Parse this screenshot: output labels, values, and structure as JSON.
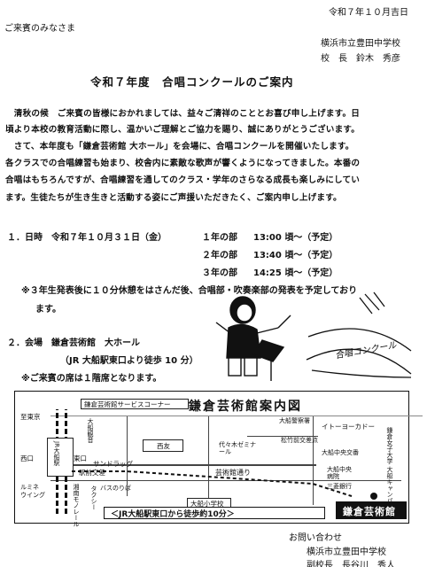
{
  "header": {
    "date": "令和７年１０月吉日",
    "recipient": "ご来賓のみなさま",
    "school": "横浜市立豊田中学校",
    "principal": "校　長　鈴木　秀彦"
  },
  "title": "令和７年度　合唱コンクールのご案内",
  "body": [
    "　清秋の候　ご来賓の皆様におかれましては、益々ご清祥のこととお喜び申し上げます。日",
    "頃より本校の教育活動に際し、温かいご理解とご協力を賜り、誠にありがとうございます。",
    "　さて、本年度も「鎌倉芸術館 大ホール」を会場に、合唱コンクールを開催いたします。",
    "各クラスでの合唱練習も始まり、校舎内に素敵な歌声が響くようになってきました。本番の",
    "合唱はもちろんですが、合唱練習を通してのクラス・学年のさらなる成長も楽しみにしてい",
    "ます。生徒たちが生き生きと活動する姿にご声援いただきたく、ご案内申し上げます。"
  ],
  "schedule": {
    "heading": "１．日時　令和７年１０月３１日（金）",
    "rows": [
      {
        "grade": "１年の部",
        "time": "13:00 頃～（予定）"
      },
      {
        "grade": "２年の部",
        "time": "13:40 頃～（予定）"
      },
      {
        "grade": "３年の部",
        "time": "14:25 頃～（予定）"
      }
    ],
    "note1": "※３年生発表後に１０分休憩をはさんだ後、合唱部・吹奏楽部の発表を予定しており",
    "note2": "ます。"
  },
  "venue": {
    "heading": "２．会場　鎌倉芸術館　大ホール",
    "access": "（JR 大船駅東口より徒歩 10 分）",
    "seat_note": "※ご来賓の席は１階席となります。"
  },
  "illustration": {
    "text": "合唱コンクール"
  },
  "map": {
    "title": "鎌倉芸術館案内図",
    "service_corner": "鎌倉芸術館サービスコーナー",
    "footer": "＜JR大船駅東口から徒歩約10分＞",
    "venue_label": "鎌倉芸術館",
    "labels": {
      "shijikan": "至東京",
      "nishiguchi": "西口",
      "jr_ofuna": "JR大船駅",
      "higashi": "東口",
      "lumine": "ルミネ ウイング",
      "bus": "湘南モノレール",
      "taxi": "タクシー",
      "ofuna_st": "大船駅",
      "bus_stop": "バスのりば",
      "kanagawa": "大船観音",
      "sundrug": "サンドラッグ",
      "ekimae": "駅前交差",
      "seiyu": "西友",
      "geijutsu_dori": "芸術館通り",
      "ofuna_es": "大船小学校",
      "parking": "代々木ゼミナール",
      "ito_yokado": "イトーヨーカドー",
      "matsubara": "松竹前交差点",
      "ofuna_hosp": "大船中央病院",
      "kanto": "三菱銀行",
      "kamakura_women": "鎌倉女子大学 大船キャンパス",
      "ofuna_police": "大船警察署",
      "ofuna_kouban": "大船中央交番"
    }
  },
  "contact": {
    "label": "お問い合わせ",
    "school": "横浜市立豊田中学校",
    "person": "副校長　長谷川　秀人"
  }
}
